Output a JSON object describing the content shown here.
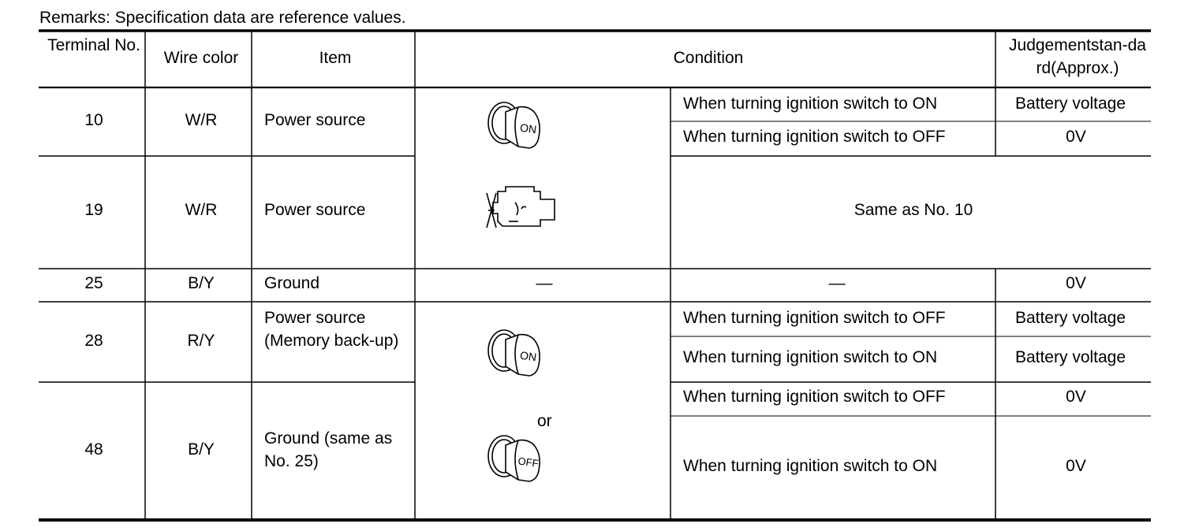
{
  "remarks": "Remarks: Specification data are reference values.",
  "headers": {
    "terminal_no": "Terminal No.",
    "wire_color": "Wire color",
    "item": "Item",
    "condition": "Condition",
    "judgement": "Judgementstan-dard(Approx.)"
  },
  "rows": [
    {
      "terminal": "10",
      "wire": "W/R",
      "item": "Power source",
      "conditions": [
        {
          "text": "When turning ignition switch to ON",
          "value": "Battery voltage"
        },
        {
          "text": "When turning ignition switch to OFF",
          "value": "0V"
        }
      ]
    },
    {
      "terminal": "19",
      "wire": "W/R",
      "item": "Power source",
      "note": "Same as No. 10"
    },
    {
      "terminal": "25",
      "wire": "B/Y",
      "item": "Ground",
      "condition_icon": "—",
      "condition_text": "—",
      "value": "0V"
    },
    {
      "terminal": "28",
      "wire": "R/Y",
      "item": "Power source (Memory back-up)",
      "conditions": [
        {
          "text": "When turning ignition switch to OFF",
          "value": "Battery voltage"
        },
        {
          "text": "When turning ignition switch to ON",
          "value": "Battery voltage"
        }
      ]
    },
    {
      "terminal": "48",
      "wire": "B/Y",
      "item": "Ground (same as No. 25)",
      "conditions": [
        {
          "text": "When turning ignition switch to OFF",
          "value": "0V"
        },
        {
          "text": "When turning ignition switch to ON",
          "value": "0V"
        }
      ]
    }
  ],
  "icons": {
    "key_on_label": "ON",
    "key_off_label": "OFF",
    "or_label": "or",
    "key_on_icon": "ignition-key-on-icon",
    "key_off_icon": "ignition-key-off-icon",
    "engine_icon": "engine-stopped-icon"
  }
}
